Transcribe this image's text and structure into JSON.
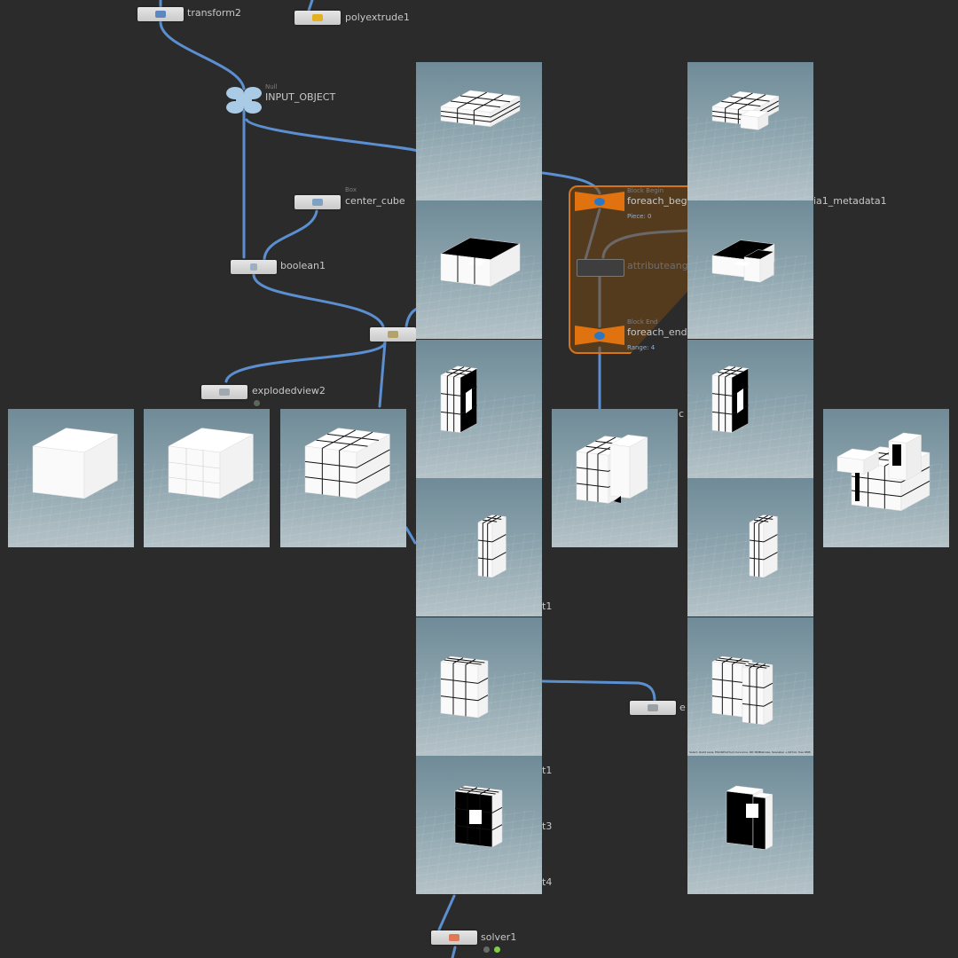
{
  "app": "Houdini network editor with viewport snapshots",
  "colors": {
    "background": "#2b2b2b",
    "wire": "#5b8fd0",
    "foreach_block": "#d7741a",
    "node_body": "#d6d6d6",
    "display_flag": "#7fcf3f"
  },
  "nodes": {
    "transform2": {
      "label": "transform2",
      "icon": "transform-icon"
    },
    "polyextrude1": {
      "label": "polyextrude1",
      "icon": "polyextrude-icon"
    },
    "input_object": {
      "label": "INPUT_OBJECT",
      "type_label": "Null",
      "icon": "null-icon"
    },
    "center_cube": {
      "label": "center_cube",
      "type_label": "Box",
      "icon": "box-icon"
    },
    "boolean1": {
      "label": "boolean1",
      "icon": "boolean-icon"
    },
    "merge": {
      "label": "",
      "icon": "merge-icon"
    },
    "explodedview2": {
      "label": "explodedview2",
      "icon": "explodedview-icon"
    },
    "foreach_begin": {
      "label": "foreach_begin",
      "type_label": "Block Begin",
      "info": "Piece: 0",
      "icon": "foreach-begin-icon"
    },
    "attribute_node": {
      "label": "attributeangle",
      "icon": "attribute-icon"
    },
    "foreach_end": {
      "label": "foreach_end",
      "type_label": "Block End",
      "info": "Range: 4",
      "icon": "foreach-end-icon"
    },
    "metadata1": {
      "label": "ia1_metadata1"
    },
    "right_node": {
      "label": "e",
      "icon": "sop-icon"
    },
    "solver1": {
      "label": "solver1",
      "icon": "solver-icon"
    }
  },
  "partial_labels": [
    "t1",
    "t1",
    "t3",
    "t4",
    "c"
  ],
  "viewport_footer_text": "Select, Right pans, ESC/RP/LP tum ture pine, RP/ MMB/stroke, Spacebar + RP toll, free RMB 1 for menu",
  "viewports": [
    {
      "id": "v-box",
      "shape": "solid-cube",
      "step": "input box"
    },
    {
      "id": "v-divided",
      "shape": "subdivided-cube",
      "step": "divided box"
    },
    {
      "id": "v-pieces",
      "shape": "3x3x3-pieces",
      "step": "pieces"
    },
    {
      "id": "v-col1-1",
      "shape": "top-layer",
      "step": "slice top"
    },
    {
      "id": "v-col1-2",
      "shape": "top-layer-black",
      "step": "slice top boolean"
    },
    {
      "id": "v-col1-3",
      "shape": "side-layer-black",
      "step": "slice side"
    },
    {
      "id": "v-col1-4",
      "shape": "thin-column",
      "step": "column"
    },
    {
      "id": "v-col1-5",
      "shape": "front-layer",
      "step": "slice front"
    },
    {
      "id": "v-col1-6",
      "shape": "front-layer-black",
      "step": "slice front boolean"
    },
    {
      "id": "v-mid",
      "shape": "rotated-cube",
      "step": "rotated result"
    },
    {
      "id": "v-col2-1",
      "shape": "top-layer-rotated",
      "step": "rotated top"
    },
    {
      "id": "v-col2-2",
      "shape": "top-layer-black-rotated",
      "step": "rotated top boolean"
    },
    {
      "id": "v-col2-3",
      "shape": "side-layer-black",
      "step": "rotated side"
    },
    {
      "id": "v-col2-4",
      "shape": "thin-column",
      "step": "rotated column"
    },
    {
      "id": "v-col2-5",
      "shape": "front-layer-rotated",
      "step": "rotated front"
    },
    {
      "id": "v-col2-6",
      "shape": "front-layer-black-rotated",
      "step": "rotated front boolean"
    },
    {
      "id": "v-final",
      "shape": "final-cube",
      "step": "final"
    }
  ]
}
